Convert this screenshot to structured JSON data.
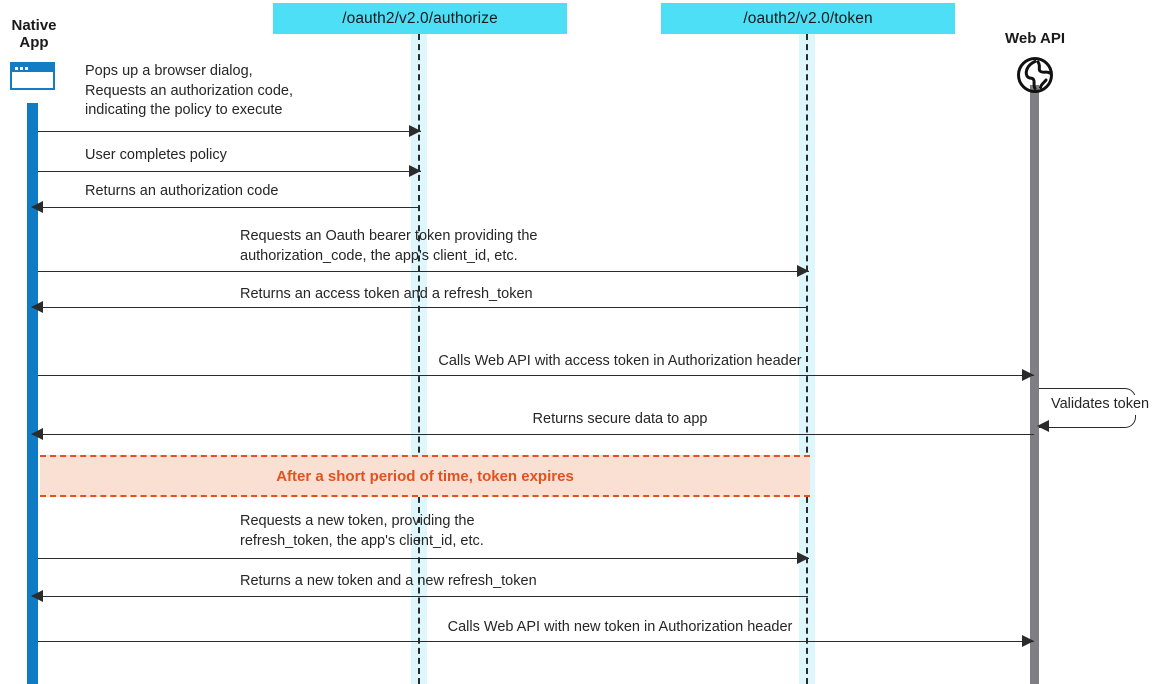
{
  "diagram": {
    "title": "OAuth2 authorization code flow with token refresh",
    "colors": {
      "header_box": "#4CDFF5",
      "lifeline_band": "#DDF7FD",
      "native_app_lifeline": "#0F7BC4",
      "web_api_lifeline": "#7E7E83",
      "expiry_fill": "#FADFD3",
      "expiry_stroke": "#E2521F",
      "message_line": "#2b2b2b"
    }
  },
  "participants": [
    {
      "id": "native-app",
      "label": "Native\nApp",
      "style": "plain-bold",
      "icon": "browser-window-icon"
    },
    {
      "id": "authorize-endpoint",
      "label": "/oauth2/v2.0/authorize",
      "style": "cyan-box",
      "icon": null
    },
    {
      "id": "token-endpoint",
      "label": "/oauth2/v2.0/token",
      "style": "cyan-box",
      "icon": null
    },
    {
      "id": "web-api",
      "label": "Web API",
      "style": "plain-bold",
      "icon": "globe-icon"
    }
  ],
  "messages": [
    {
      "id": "m1",
      "label": "Pops up a browser dialog,\nRequests an authorization code,\nindicating the policy to execute",
      "from": "native-app",
      "to": "authorize-endpoint",
      "direction": "right",
      "align": "left"
    },
    {
      "id": "m2",
      "label": "User completes policy",
      "from": "native-app",
      "to": "authorize-endpoint",
      "direction": "right",
      "align": "left"
    },
    {
      "id": "m3",
      "label": "Returns an authorization code",
      "from": "authorize-endpoint",
      "to": "native-app",
      "direction": "left",
      "align": "left"
    },
    {
      "id": "m4",
      "label": "Requests an Oauth bearer token providing the\nauthorization_code, the app's client_id, etc.",
      "from": "native-app",
      "to": "token-endpoint",
      "direction": "right",
      "align": "left"
    },
    {
      "id": "m5",
      "label": "Returns an access token and a refresh_token",
      "from": "token-endpoint",
      "to": "native-app",
      "direction": "left",
      "align": "left"
    },
    {
      "id": "m6",
      "label": "Calls Web API with access token in Authorization header",
      "from": "native-app",
      "to": "web-api",
      "direction": "right",
      "align": "center"
    },
    {
      "id": "m7",
      "label": "Validates token",
      "from": "web-api",
      "to": "web-api",
      "direction": "self",
      "align": "left"
    },
    {
      "id": "m8",
      "label": "Returns secure data to app",
      "from": "web-api",
      "to": "native-app",
      "direction": "left",
      "align": "center"
    },
    {
      "id": "m9",
      "label": "Requests a new token, providing the\nrefresh_token, the app's client_id, etc.",
      "from": "native-app",
      "to": "token-endpoint",
      "direction": "right",
      "align": "left"
    },
    {
      "id": "m10",
      "label": "Returns a new token and a new refresh_token",
      "from": "token-endpoint",
      "to": "native-app",
      "direction": "left",
      "align": "left"
    },
    {
      "id": "m11",
      "label": "Calls Web API with new token in Authorization header",
      "from": "native-app",
      "to": "web-api",
      "direction": "right",
      "align": "center"
    }
  ],
  "notes": [
    {
      "id": "expiry-banner",
      "label": "After a short period of time, token expires",
      "style": "dashed-orange-band"
    }
  ]
}
